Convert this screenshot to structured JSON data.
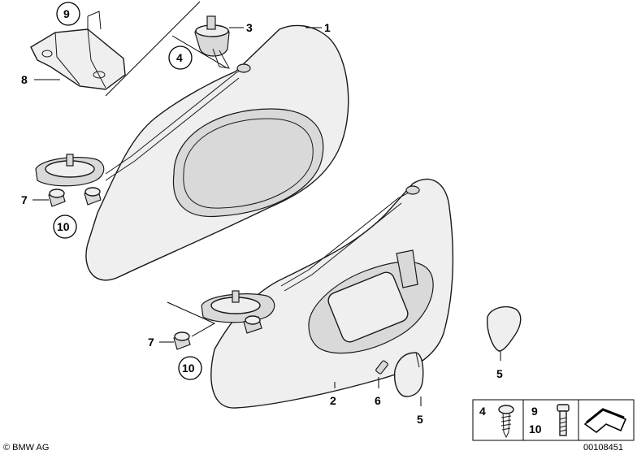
{
  "labels": {
    "p1": "1",
    "p2": "2",
    "p3": "3",
    "p4": "4",
    "p5a": "5",
    "p5b": "5",
    "p6": "6",
    "p7a": "7",
    "p7b": "7",
    "p8": "8",
    "p9": "9",
    "p10a": "10",
    "p10b": "10"
  },
  "legend": {
    "item1": "4",
    "item2_top": "9",
    "item2_bottom": "10"
  },
  "footer": {
    "copyright": "© BMW AG",
    "diagram_id": "00108451"
  }
}
